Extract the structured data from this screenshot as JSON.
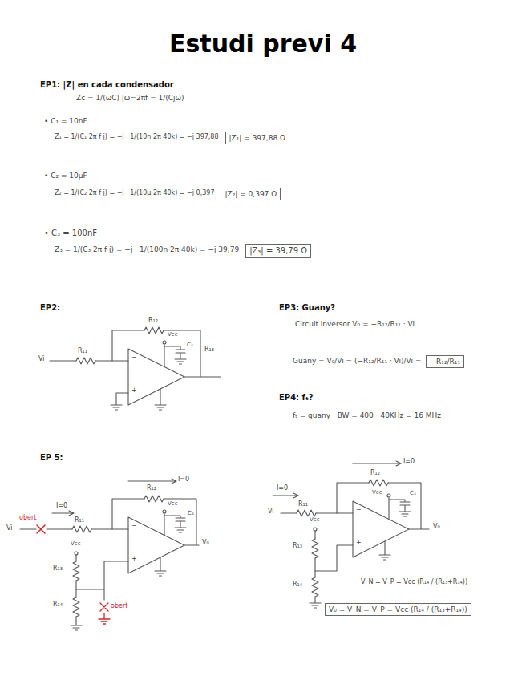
{
  "diagram": {
    "title": "Estudi previ 4",
    "nodes": [
      {
        "text": [
          "|Z₁| = 397,88 Ω"
        ]
      },
      {
        "text": [
          "|Z₂| = 0,397 Ω"
        ]
      },
      {
        "text": [
          "|Z₃| = 39,79 Ω"
        ]
      },
      {
        "text": [
          "−R₁₂/R₁₁"
        ]
      },
      {
        "text": [
          "V₀ = V_N = V_P = Vcc (R₁₄ / (R₁₃+R₁₄))"
        ]
      }
    ],
    "labels": [
      "EP1: |Z| en cada condensador",
      "Zc = 1/(ωC) |ω=2πf = 1/(Cjω)",
      "• C₁ = 10nF",
      "Z₁ = 1/(C₁·2π·f·j) = −j · 1/(10n·2π·40k) = −j 397,88",
      "• C₂ = 10μF",
      "Z₂ = 1/(C₂·2π·f·j) = −j · 1/(10μ·2π·40k) = −j 0,397",
      "• C₃ = 100nF",
      "Z₃ = 1/(C₃·2π·f·j) = −j · 1/(100n·2π·40k) = −j 39,79",
      "EP2:",
      "R₁₂",
      "Vcc",
      "C₄",
      "R₁₃",
      "Vi",
      "R₁₁",
      "−",
      "+",
      "EP3: Guany?",
      "Circuit inversor    V₀ = −R₁₂/R₁₁ · Vi",
      "Guany = V₀/Vi = (−R₁₂/R₁₁ · Vi)/Vi =",
      "EP4: fₜ?",
      "fₜ = guany · BW = 400 · 40KHz = 16 MHz",
      "EP 5:",
      "I=0",
      "R₁₂",
      "I=0",
      "R₁₁",
      "Vi",
      "obert",
      "Vcc",
      "C₄",
      "−",
      "+",
      "V₀",
      "Vcc",
      "R₁₃",
      "R₁₄",
      "obert",
      "I=0",
      "R₁₂",
      "I=0",
      "R₁₁",
      "Vi",
      "Vcc",
      "C₄",
      "−",
      "+",
      "V₀",
      "Vcc",
      "R₁₃",
      "R₁₄",
      "V_N = V_P = Vcc (R₁₄ / (R₁₃+R₁₄))"
    ]
  }
}
